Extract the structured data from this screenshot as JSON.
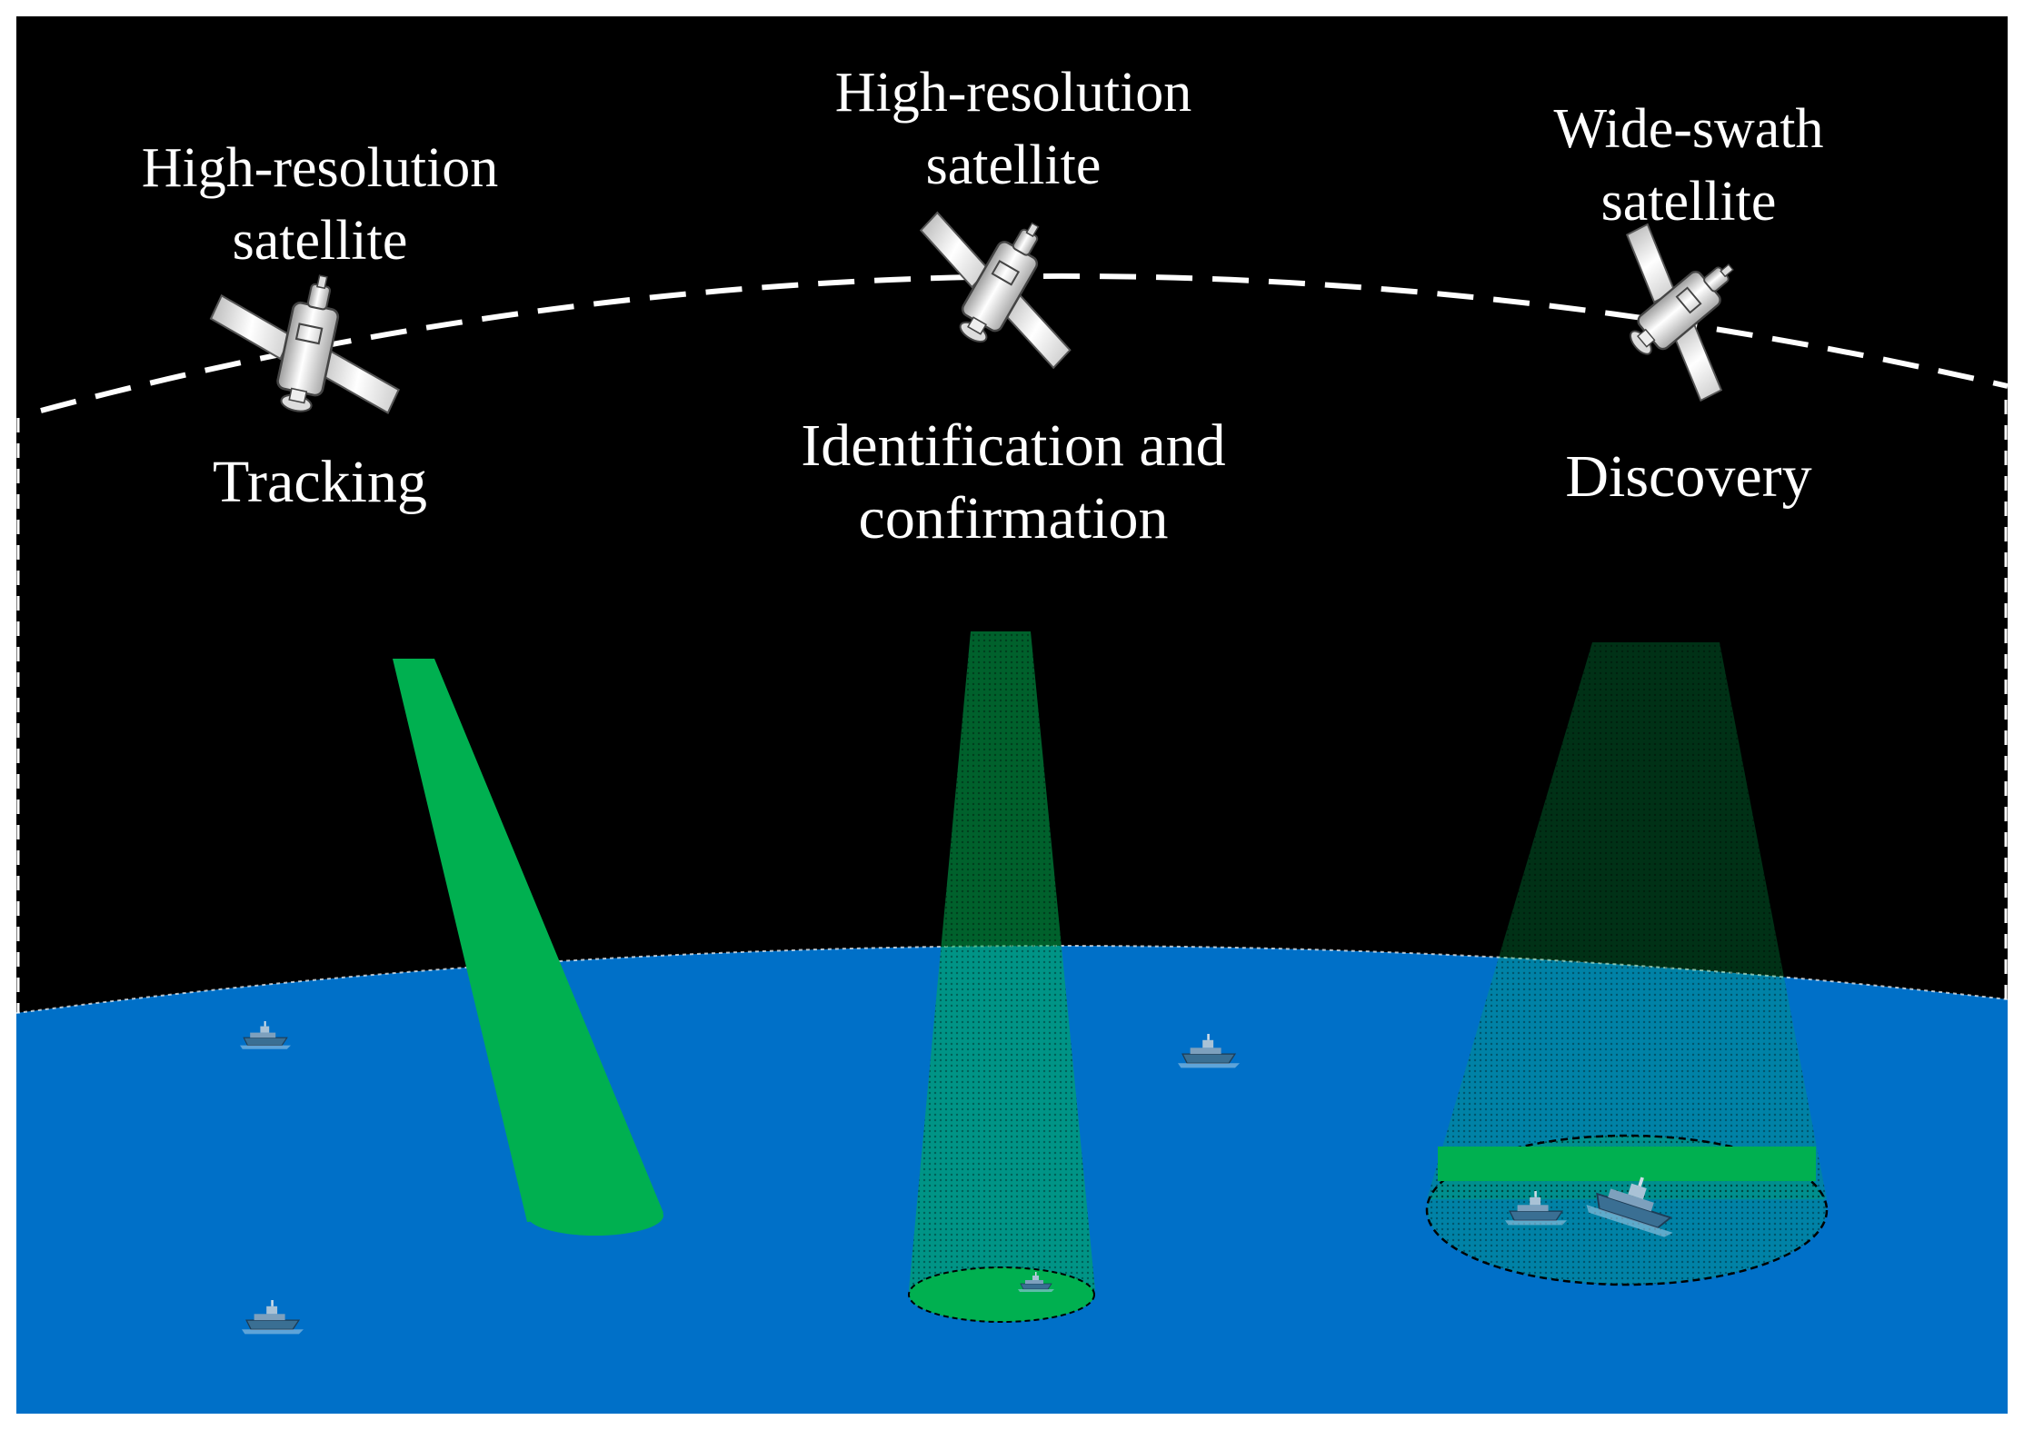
{
  "satellites": [
    {
      "id": "left",
      "label_line1": "High-resolution",
      "label_line2": "satellite",
      "task": [
        "Tracking"
      ]
    },
    {
      "id": "center",
      "label_line1": "High-resolution",
      "label_line2": "satellite",
      "task": [
        "Identification and",
        "confirmation"
      ]
    },
    {
      "id": "right",
      "label_line1": "Wide-swath",
      "label_line2": "satellite",
      "task": [
        "Discovery"
      ]
    }
  ],
  "colors": {
    "space": "#000000",
    "ocean": "#0070C8",
    "beam": "#00B050",
    "text": "#ffffff",
    "orbit": "#ffffff"
  }
}
